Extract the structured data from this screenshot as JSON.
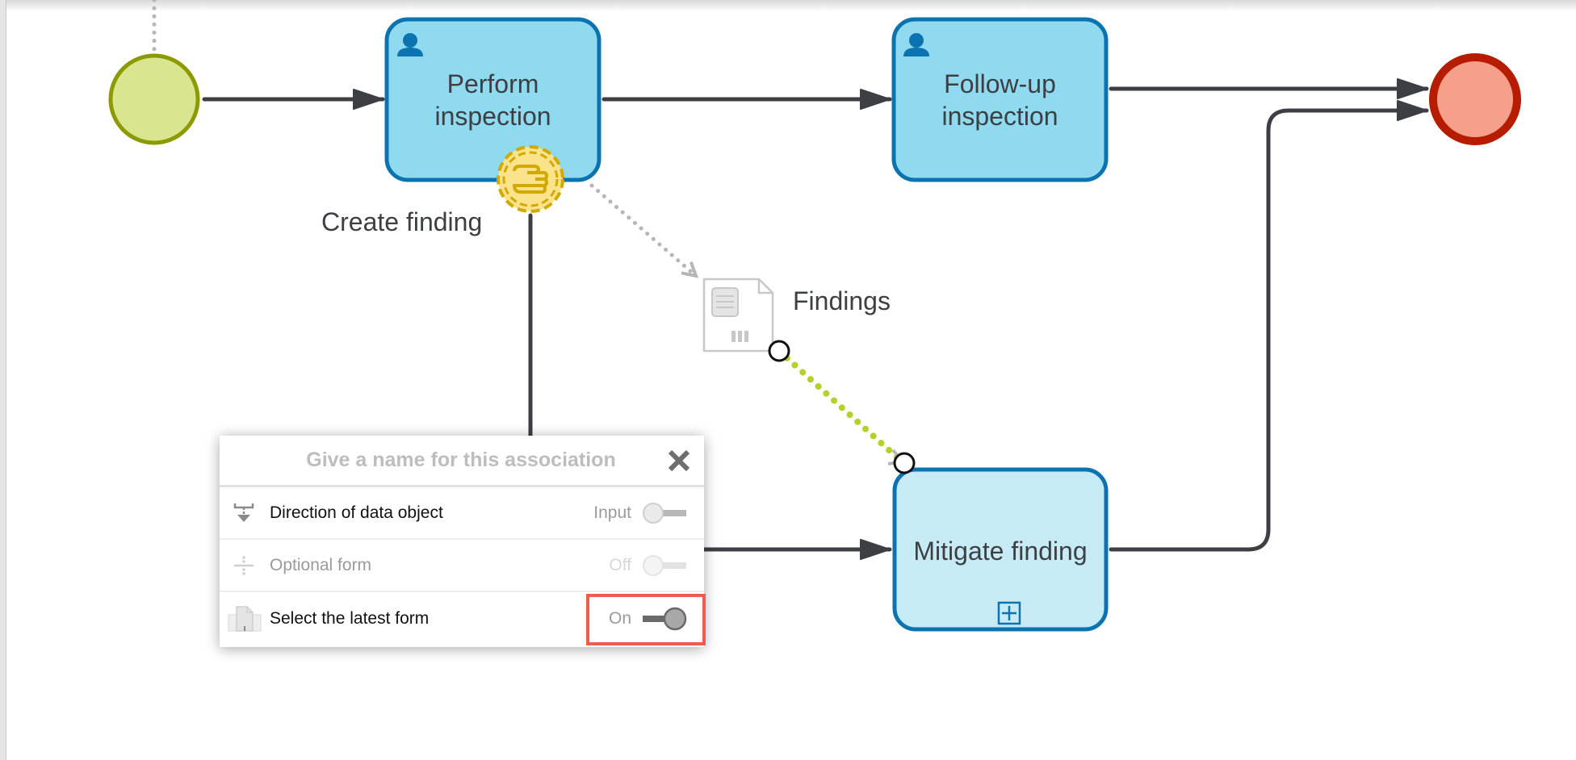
{
  "diagram": {
    "start_event": {
      "name": "start",
      "fill": "#d9e68f",
      "stroke": "#8c9a00"
    },
    "end_event": {
      "name": "end",
      "fill": "#f6a08c",
      "stroke": "#b51c00"
    },
    "tasks": [
      {
        "id": "perform",
        "label": "Perform inspection",
        "type": "user-task",
        "fill": "#8fdaee",
        "stroke": "#0b74b0"
      },
      {
        "id": "followup",
        "label": "Follow-up inspection",
        "type": "user-task",
        "fill": "#8fdaee",
        "stroke": "#0b74b0"
      },
      {
        "id": "mitigate",
        "label": "Mitigate finding",
        "type": "collapsed-subprocess",
        "fill": "#c7ebf5",
        "stroke": "#0b74b0"
      }
    ],
    "boundary_event": {
      "label": "Create finding",
      "type": "non-interrupting-manual",
      "fill": "#fbe38c",
      "stroke": "#d1a900"
    },
    "data_object": {
      "label": "Findings",
      "type": "collection"
    },
    "colors": {
      "flow": "#3c3f43",
      "association": "#b6b6b6",
      "selected_association": "#b3d12a"
    }
  },
  "dialog": {
    "title_placeholder": "Give a name for this association",
    "close_icon": "close-x-icon",
    "rows": [
      {
        "icon": "direction-icon",
        "label": "Direction of data object",
        "value": "Input",
        "state": "off",
        "enabled": true
      },
      {
        "icon": "optional-icon",
        "label": "Optional form",
        "value": "Off",
        "state": "off",
        "enabled": false
      },
      {
        "icon": "latest-form-icon",
        "label": "Select the latest form",
        "value": "On",
        "state": "on",
        "enabled": true
      }
    ]
  }
}
